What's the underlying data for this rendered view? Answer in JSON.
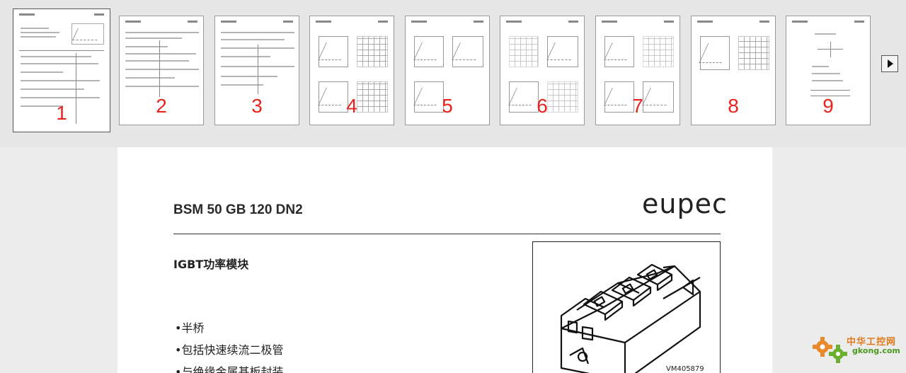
{
  "thumbnails": [
    {
      "label": "1"
    },
    {
      "label": "2"
    },
    {
      "label": "3"
    },
    {
      "label": "4"
    },
    {
      "label": "5"
    },
    {
      "label": "6"
    },
    {
      "label": "7"
    },
    {
      "label": "8"
    },
    {
      "label": "9"
    }
  ],
  "active_page": 1,
  "document": {
    "title": "BSM 50 GB 120 DN2",
    "brand": "eupec",
    "subtitle": "IGBT功率模块",
    "bullets": [
      "•半桥",
      "•包括快速续流二极管",
      "•与绝缘金属基板封装"
    ],
    "figure_code": "VM405879"
  },
  "watermark": {
    "cn": "中华工控网",
    "en": "gkong.com"
  },
  "colors": {
    "accent_red": "#e8241e",
    "watermark_orange": "#e07b1c",
    "watermark_green": "#4a9a1e"
  }
}
